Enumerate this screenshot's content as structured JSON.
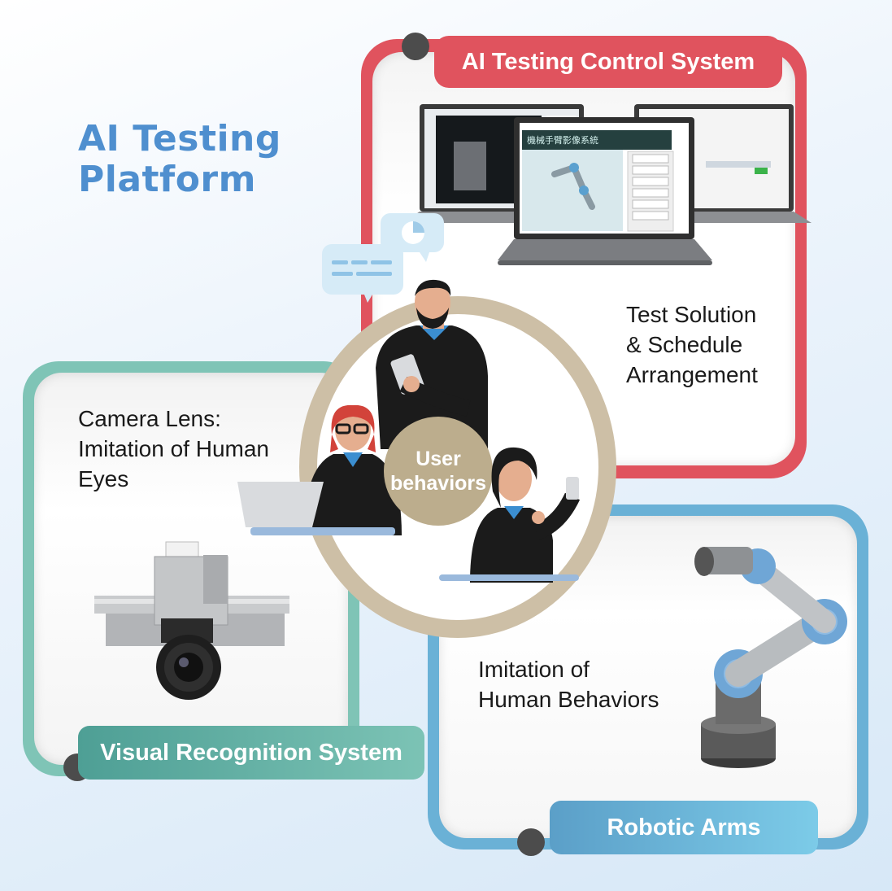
{
  "title": {
    "line1": "AI Testing",
    "line2": "Platform"
  },
  "panels": {
    "control": {
      "tab_label": "AI Testing Control System",
      "description": [
        "Test Solution",
        "& Schedule",
        "Arrangement"
      ]
    },
    "vision": {
      "tab_label": "Visual Recognition System",
      "description": [
        "Camera Lens:",
        "Imitation of Human",
        "Eyes"
      ]
    },
    "robot": {
      "tab_label": "Robotic Arms",
      "description": [
        "Imitation of",
        "Human Behaviors"
      ]
    }
  },
  "center": {
    "line1": "User",
    "line2": "behaviors"
  },
  "screen": {
    "title": "機械手臂影像系統"
  },
  "colors": {
    "red": "#e0535e",
    "teal": "#7fc4b6",
    "blue": "#6ab1d6",
    "title": "#4f8fcf",
    "beige": "#bcad8d"
  }
}
